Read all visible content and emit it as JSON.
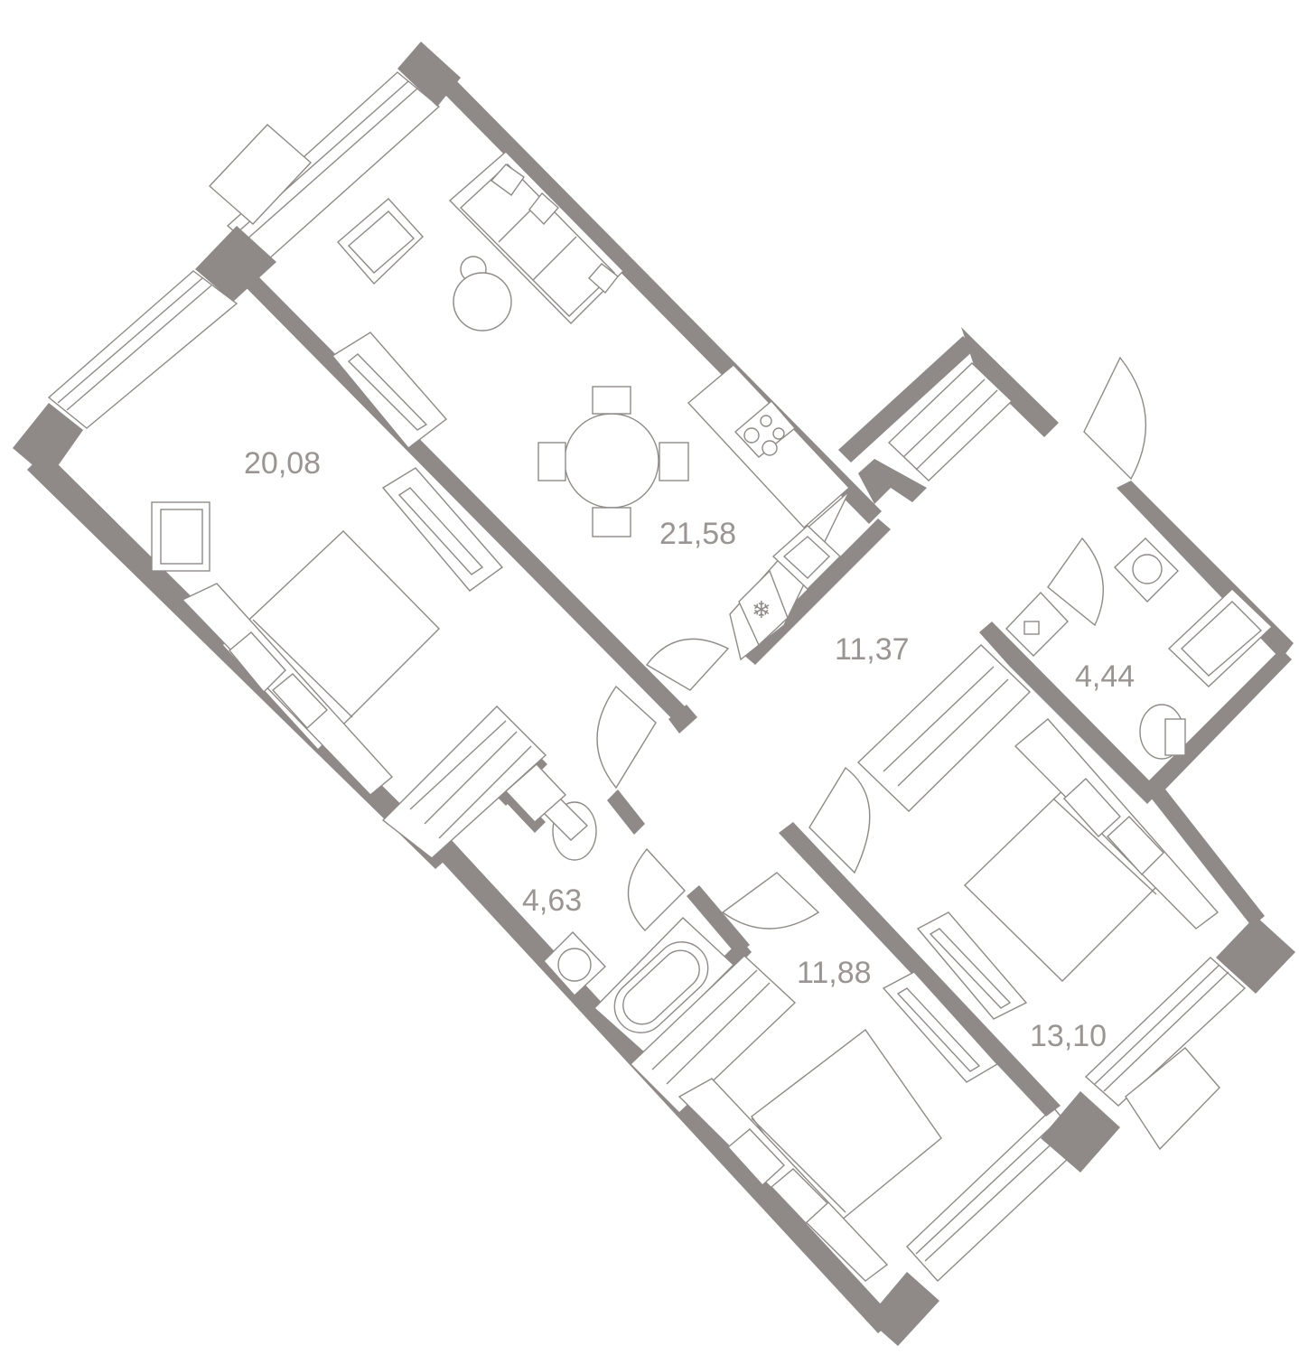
{
  "rooms": [
    {
      "id": "living-kitchen",
      "area": "21,58"
    },
    {
      "id": "bedroom-left",
      "area": "20,08"
    },
    {
      "id": "hallway",
      "area": "11,37"
    },
    {
      "id": "bathroom-right",
      "area": "4,44"
    },
    {
      "id": "bathroom-left",
      "area": "4,63"
    },
    {
      "id": "bedroom-bottom",
      "area": "11,88"
    },
    {
      "id": "bedroom-right",
      "area": "13,10"
    }
  ],
  "colors": {
    "wall": "#8f8a87",
    "label": "#9a9593",
    "background": "#ffffff"
  },
  "icons": [
    "sofa-icon",
    "armchair-icon",
    "table-icon",
    "chair-icon",
    "stove-icon",
    "sink-icon",
    "fridge-icon",
    "bed-icon",
    "wardrobe-icon",
    "tv-icon",
    "toilet-icon",
    "bathtub-icon",
    "shower-icon",
    "washing-machine-icon",
    "door-icon",
    "window-icon"
  ]
}
